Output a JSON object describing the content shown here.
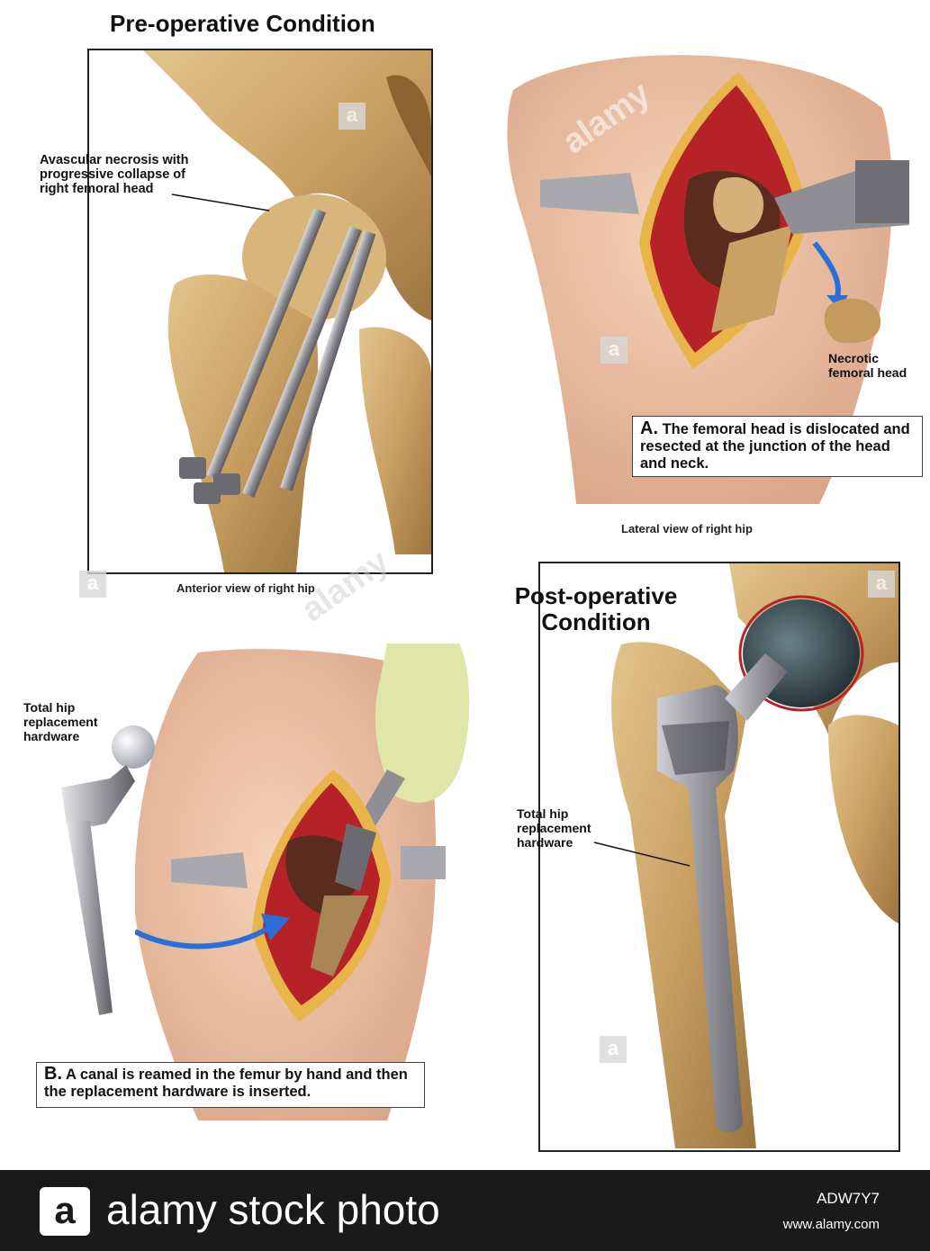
{
  "panels": {
    "preop": {
      "title": "Pre-operative Condition",
      "annotation": "Avascular necrosis with progressive collapse of right femoral head",
      "view_label": "Anterior view of right hip"
    },
    "step_a": {
      "letter": "A.",
      "text": "The femoral head is dislocated and resected at the junction of the head and neck.",
      "annotation": "Necrotic femoral head",
      "view_label": "Lateral view of right hip"
    },
    "step_b": {
      "letter": "B.",
      "text": "A canal is reamed in the femur by hand and then the replacement hardware is inserted.",
      "annotation": "Total hip replacement hardware"
    },
    "postop": {
      "title": "Post-operative Condition",
      "annotation": "Total hip replacement hardware"
    }
  },
  "watermark": {
    "glyph": "a",
    "text": "alamy"
  },
  "footer": {
    "logo_glyph": "a",
    "brand": "alamy stock photo",
    "image_code": "ADW7Y7",
    "url": "www.alamy.com"
  },
  "colors": {
    "bone": "#c8a46a",
    "skin": "#f0c4a6",
    "muscle": "#c0282c",
    "metal": "#9a9aa0",
    "arrow": "#2a6fd8",
    "footer_bg": "#1a1a1a"
  }
}
